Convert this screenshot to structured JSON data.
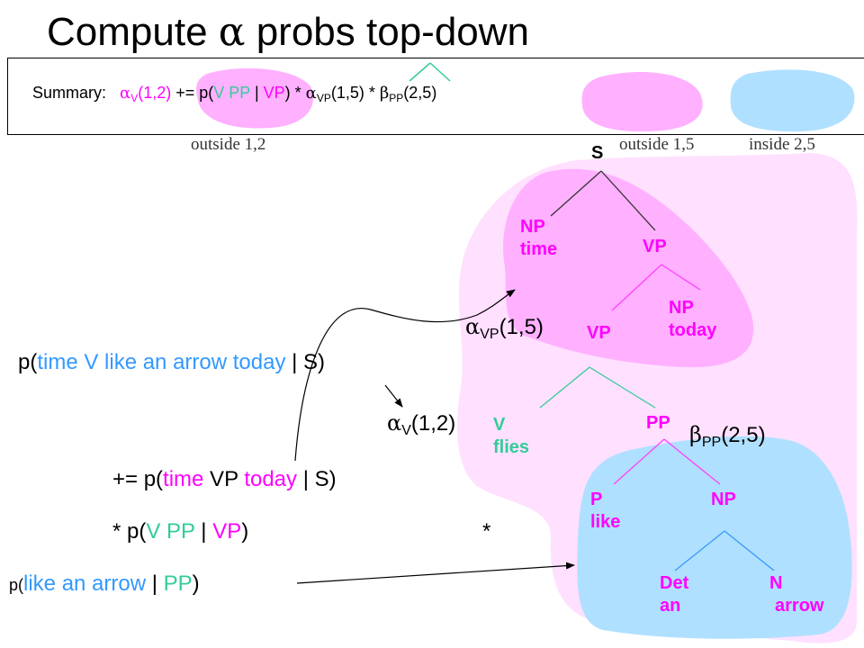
{
  "title": {
    "sym": "α",
    "pre": "Compute ",
    "post": " probs top-down"
  },
  "summary": {
    "label": "Summary:",
    "alpha_sym": "α",
    "alpha_sub": "V",
    "alpha_args": "(1,2)",
    "op": " += p(",
    "v_pp": "V PP",
    "bar": " | ",
    "vp": "VP",
    "close_times": ") * ",
    "alpha2_sym": "α",
    "alpha2_sub": "VP",
    "alpha2_args": "(1,5)",
    "times2": " * ",
    "beta_sym": "β",
    "beta_sub": "PP",
    "beta_args": "(2,5)"
  },
  "region_labels": {
    "outside12": "outside 1,2",
    "outside15": "outside 1,5",
    "inside25": "inside 2,5"
  },
  "tree": {
    "s": "S",
    "np_cat": "NP",
    "np_word": "time",
    "vp_top": "VP",
    "vp_mid": "VP",
    "np2_cat": "NP",
    "np2_word": "today",
    "v_cat": "V",
    "v_word": "flies",
    "pp": "PP",
    "p_cat": "P",
    "p_word": "like",
    "np3": "NP",
    "det_cat": "Det",
    "det_word": "an",
    "n_cat": "N",
    "n_word": "arrow"
  },
  "annotations": {
    "alpha_vp_sym": "α",
    "alpha_vp_sub": "VP",
    "alpha_vp_args": "(1,5)",
    "alpha_v_sym": "α",
    "alpha_v_sub": "V",
    "alpha_v_args": "(1,2)",
    "beta_pp_sym": "β",
    "beta_pp_sub": "PP",
    "beta_pp_args": "(2,5)"
  },
  "formula": {
    "line1_pre": "p(",
    "line1_words": "time V like an arrow today",
    "line1_post": " | S)",
    "line2_pre": "+= p(",
    "line2_time": "time",
    "line2_vp": " VP ",
    "line2_today": "today",
    "line2_post": " | S)",
    "line3_pre": "* p(",
    "line3_vpp": "V PP",
    "line3_bar": " | ",
    "line3_vp": "VP",
    "line3_post": ")",
    "star": "*",
    "line4_p": "p(",
    "line4_words": "like an arrow",
    "line4_bar": " | ",
    "line4_pp": "PP",
    "line4_post": ")"
  },
  "colors": {
    "magenta": "#ff00ff",
    "blue": "#3399ff",
    "green": "#33cc99",
    "pink_light": "#ffe0ff",
    "pink_dark": "#ffb0ff",
    "light_blue": "#b0e0ff",
    "tree_line": "#ff40ff",
    "tree_line_green": "#33cc99"
  }
}
